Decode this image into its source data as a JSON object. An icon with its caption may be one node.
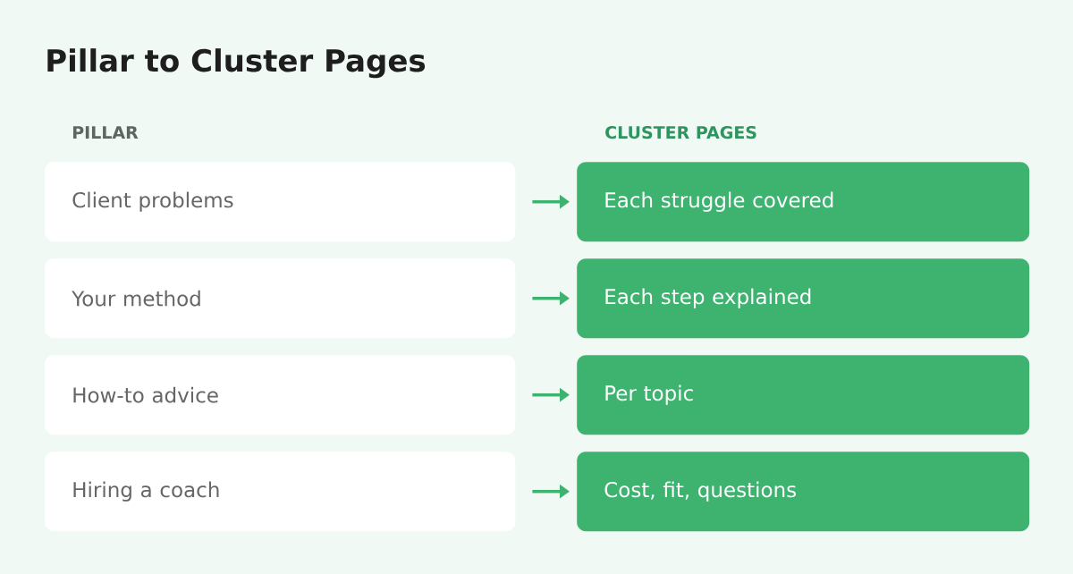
{
  "diagram": {
    "title": "Pillar to Cluster Pages",
    "nodes": [
      {
        "text": [
          "Client problems"
        ]
      },
      {
        "text": [
          "Each struggle covered"
        ]
      },
      {
        "text": [
          "Your method"
        ]
      },
      {
        "text": [
          "Each step explained"
        ]
      },
      {
        "text": [
          "How-to advice"
        ]
      },
      {
        "text": [
          "Per topic"
        ]
      },
      {
        "text": [
          "Hiring a coach"
        ]
      },
      {
        "text": [
          "Cost, fit, questions"
        ]
      }
    ],
    "edges": [
      {
        "from": 0,
        "to": 1,
        "arrow": "to"
      },
      {
        "from": 2,
        "to": 3,
        "arrow": "to"
      },
      {
        "from": 4,
        "to": 5,
        "arrow": "to"
      },
      {
        "from": 6,
        "to": 7,
        "arrow": "to"
      }
    ],
    "labels": [
      "PILLAR",
      "CLUSTER PAGES"
    ]
  }
}
